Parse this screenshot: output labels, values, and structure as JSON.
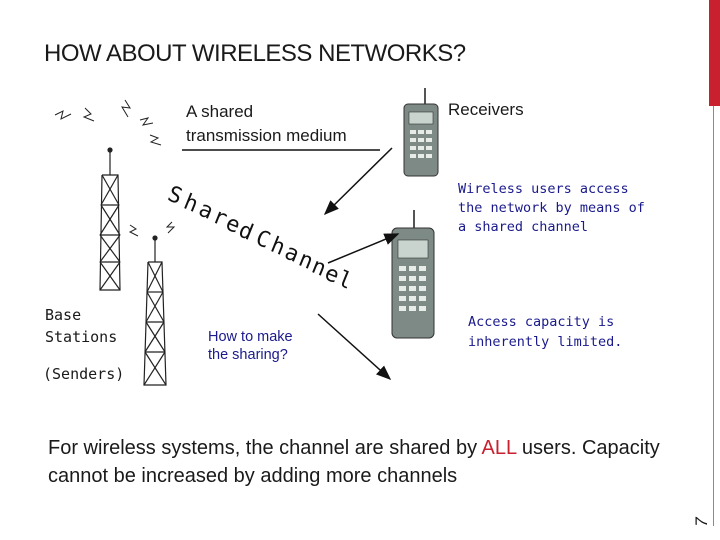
{
  "slide": {
    "title": "HOW ABOUT WIRELESS NETWORKS?",
    "page_number": "7",
    "accent_color": "#c8202f",
    "text_color": "#1a1a8c"
  },
  "labels": {
    "shared_medium_line1": "A shared",
    "shared_medium_line2": "transmission medium",
    "receivers": "Receivers",
    "shared_channel": [
      "S",
      "h",
      "a",
      "r",
      "e",
      "d",
      "C",
      "h",
      "a",
      "n",
      "n",
      "e",
      "l"
    ],
    "users_access": [
      "Wireless users access",
      "the network by means of",
      "a shared channel"
    ],
    "access_capacity": [
      "Access capacity is",
      "inherently limited."
    ],
    "base_stations": [
      "Base",
      "Stations"
    ],
    "senders": "(Senders)",
    "how_to": [
      "How to make",
      "the sharing?"
    ]
  },
  "bottom": {
    "part1": "For wireless systems, the channel are shared by ",
    "highlight": "ALL",
    "part2": " users. Capacity cannot be increased by adding more channels"
  },
  "icons": [
    "radio-tower-icon",
    "mobile-phone-icon",
    "arrow-icon"
  ]
}
